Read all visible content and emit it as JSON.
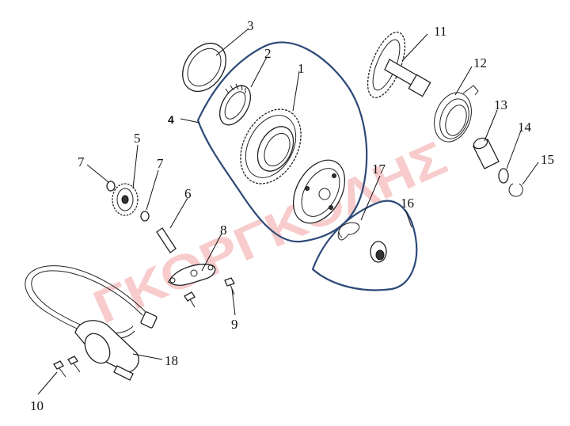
{
  "watermark": "ΓΚΟΡΓΚΟΛΗΣ",
  "colors": {
    "group_outline": "#2d4a78",
    "watermark": "#f2a3a3",
    "line": "#222222"
  },
  "callouts": {
    "c1": "1",
    "c2": "2",
    "c3": "3",
    "c4": "4",
    "c5": "5",
    "c6": "6",
    "c7a": "7",
    "c7b": "7",
    "c8": "8",
    "c9": "9",
    "c10": "10",
    "c11": "11",
    "c12": "12",
    "c13": "13",
    "c14": "14",
    "c15": "15",
    "c16": "16",
    "c17": "17",
    "c18": "18"
  }
}
